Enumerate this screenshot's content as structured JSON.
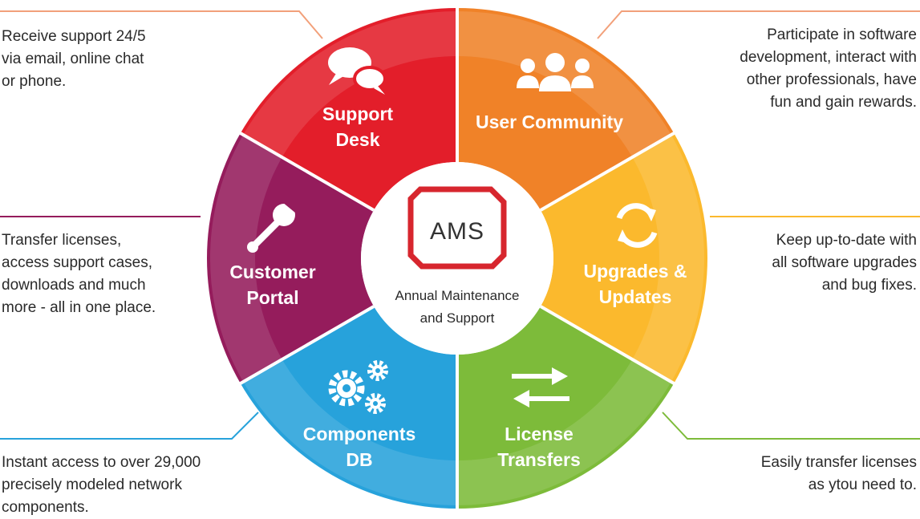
{
  "segments": {
    "support_desk": {
      "line1": "Support",
      "line2": "Desk",
      "color": "#e31e2a",
      "icon": "chat-bubbles-icon"
    },
    "user_community": {
      "line1": "User Community",
      "color": "#f08228",
      "icon": "users-group-icon"
    },
    "upgrades": {
      "line1": "Upgrades &",
      "line2": "Updates",
      "color": "#fbb92d",
      "icon": "refresh-arrows-icon"
    },
    "license": {
      "line1": "License",
      "line2": "Transfers",
      "color": "#7dbb3a",
      "icon": "swap-arrows-icon"
    },
    "components": {
      "line1": "Components",
      "line2": "DB",
      "color": "#27a2db",
      "icon": "gears-icon"
    },
    "portal": {
      "line1": "Customer",
      "line2": "Portal",
      "color": "#951c5c",
      "icon": "wrench-icon"
    }
  },
  "center": {
    "logo": "AMS",
    "line1": "Annual Maintenance",
    "line2": "and Support",
    "logo_color": "#d7262e"
  },
  "descriptions": {
    "support_desk": [
      "Receive support 24/5",
      "via email, online chat",
      "or phone."
    ],
    "user_community": [
      "Participate in software",
      "development, interact with",
      "other professionals, have",
      "fun and gain rewards."
    ],
    "portal": [
      "Transfer licenses,",
      "access support cases,",
      "downloads and much",
      "more - all in one place."
    ],
    "upgrades": [
      "Keep up-to-date with",
      "all software upgrades",
      "and bug fixes."
    ],
    "components": [
      "Instant access to over 29,000",
      "precisely modeled network",
      "components."
    ],
    "license": [
      "Easily transfer licenses",
      "as ytou need to."
    ]
  }
}
